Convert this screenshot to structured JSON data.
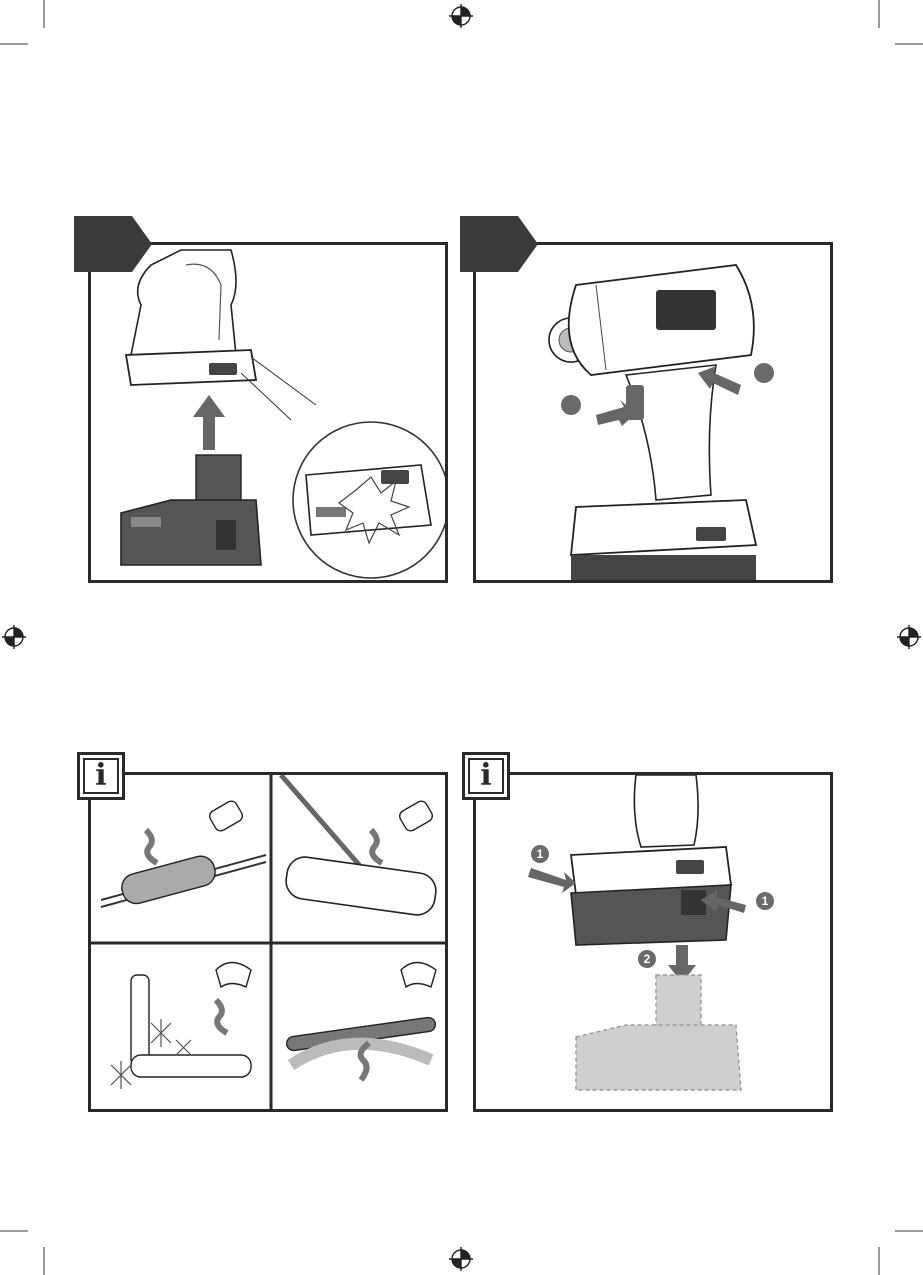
{
  "info_tab": {
    "label": "i"
  },
  "badges": {
    "one_a": "1",
    "one_b": "1",
    "two": "2"
  },
  "colors": {
    "ink": "#2a2a2a",
    "tab_dark": "#3a3a3a",
    "badge": "#6a6a6a",
    "battery": "#555555",
    "ghost": "#c8c8c8"
  },
  "icons": [
    "registration-mark",
    "arrow-up",
    "impact-sound",
    "hot-air-nozzle",
    "reflector-nozzle",
    "snowflake",
    "heat-wave"
  ]
}
